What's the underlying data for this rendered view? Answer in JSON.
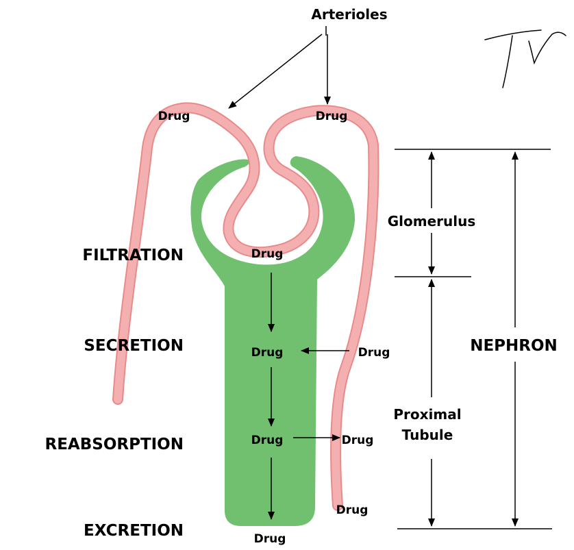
{
  "colors": {
    "tubule_fill": "#70c070",
    "vessel_fill": "#f4b0b0",
    "vessel_edge": "#e88a8a",
    "line": "#000000"
  },
  "labels": {
    "arterioles": "Arterioles",
    "glomerulus": "Glomerulus",
    "proximal_line1": "Proximal",
    "proximal_line2": "Tubule",
    "nephron": "NEPHRON",
    "signature": "TV"
  },
  "steps": {
    "filtration": "FILTRATION",
    "secretion": "SECRETION",
    "reabsorption": "REABSORPTION",
    "excretion": "EXCRETION"
  },
  "drug_labels": {
    "afferent": "Drug",
    "efferent": "Drug",
    "filtered": "Drug",
    "secreted": "Drug",
    "secreted_source": "Drug",
    "reabsorbed_in": "Drug",
    "reabsorbed_out": "Drug",
    "vessel_end": "Drug",
    "excreted": "Drug"
  }
}
